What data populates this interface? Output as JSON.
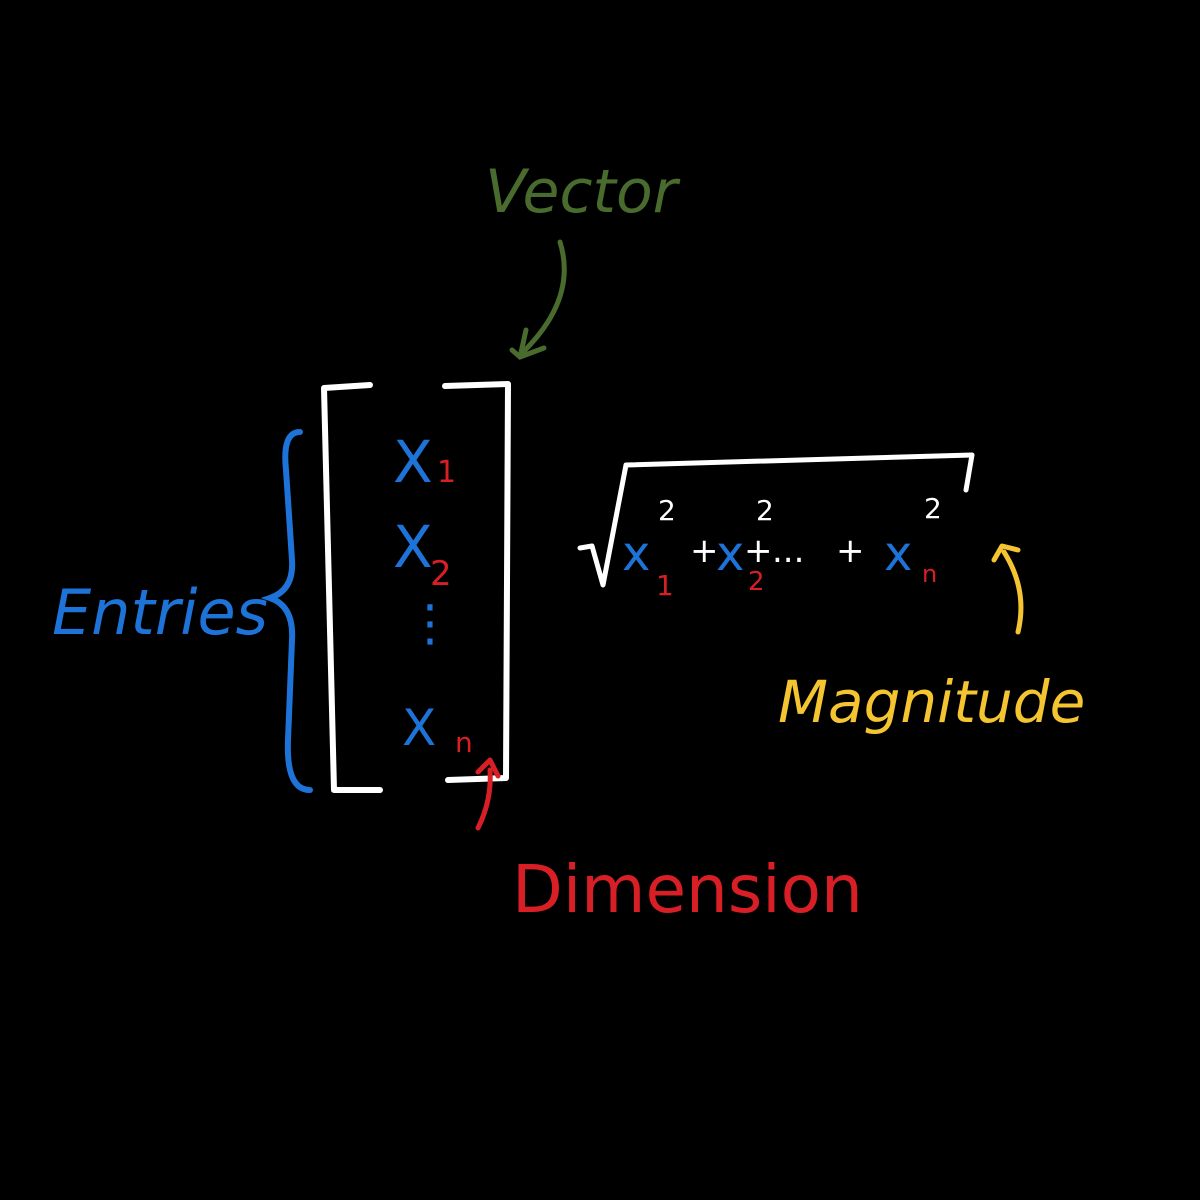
{
  "labels": {
    "vector": "Vector",
    "entries": "Entries",
    "magnitude": "Magnitude",
    "dimension": "Dimension"
  },
  "vector_entries": [
    {
      "base": "X",
      "subscript": "1"
    },
    {
      "base": "X",
      "subscript": "2"
    },
    {
      "base": "X",
      "subscript": "n"
    }
  ],
  "vertical_dots": "⋮",
  "magnitude_formula": {
    "terms": [
      {
        "base": "x",
        "subscript": "1",
        "exponent": "2"
      },
      {
        "base": "x",
        "subscript": "2",
        "exponent": "2"
      },
      {
        "base": "x",
        "subscript": "n",
        "exponent": "2"
      }
    ],
    "plus": "+",
    "ellipsis": "..."
  },
  "colors": {
    "background": "#000000",
    "vector": "#4a6b2e",
    "entries": "#1e73d8",
    "magnitude": "#f5c531",
    "dimension": "#d81f26",
    "bracket": "#ffffff"
  }
}
